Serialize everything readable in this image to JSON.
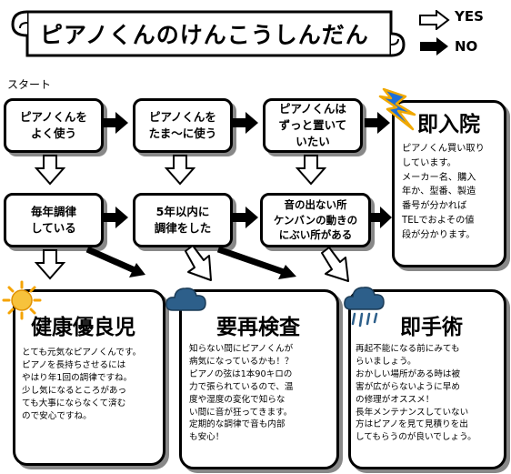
{
  "title": "ピアノくんのけんこうしんだん",
  "legend": {
    "yes": "YES",
    "no": "NO"
  },
  "start_label": "スタート",
  "questions": {
    "q1": "ピアノくんを\nよく使う",
    "q2": "ピアノくんを\nたま～に使う",
    "q3": "ピアノくんは\nずっと置いて\nいたい",
    "q4": "毎年調律\nしている",
    "q5": "5年以内に\n調律をした",
    "q6": "音の出ない所\nケンバンの動きの\nにぶい所がある"
  },
  "immediate": {
    "title": "即入院",
    "text": "ピアノくん買い取り\nしています。\nメーカー名、購入\n年か、型番、製造\n番号が分かれば\nTELでおよその値\n段が分かります。"
  },
  "results": {
    "healthy": {
      "title": "健康優良児",
      "text": "とても元気なピアノくんです。\nピアノを長持ちさせるには\nやはり年1回の調律ですね。\n少し気になるところがあっ\nても大事にならなくて済む\nので安心ですね。"
    },
    "recheck": {
      "title": "要再検査",
      "text": "知らない間にピアノくんが\n病気になっているかも！？\nピアノの弦は1本90キロの\n力で張られているので、温\n度や湿度の変化で知らな\nい間に音が狂ってきます。\n定期的な調律で音も内部\nも安心！"
    },
    "surgery": {
      "title": "即手術",
      "text": "再起不能になる前にみても\nらいましょう。\nおかしい場所がある時は被\n害が広がらないように早め\nの修理がオススメ！\n長年メンテナンスしていない\n方はピアノを見て見積りを出\nしてもらうのが良いでしょう。"
    }
  },
  "icons": [
    "sun-icon",
    "cloud-icon",
    "rain-cloud-icon",
    "lightning-icon",
    "scroll-banner-icon"
  ],
  "colors": {
    "sun": "#f5a300",
    "sun_core": "#f7c23c",
    "cloud": "#2d5f8a",
    "lightning": "#1e6fd8",
    "shadow": "#888888"
  }
}
